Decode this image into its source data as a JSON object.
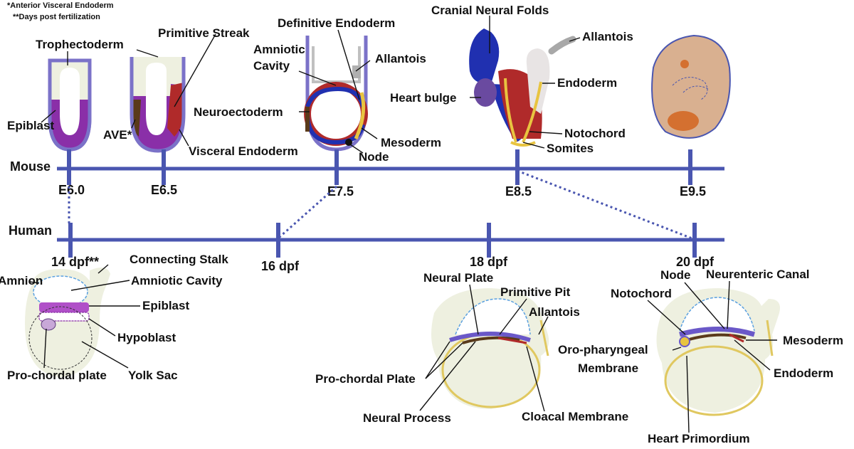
{
  "notes": {
    "ave": "*Anterior Visceral Endoderm",
    "dpf": "**Days post fertilization"
  },
  "timelines": {
    "mouse": {
      "label": "Mouse",
      "stages": [
        "E6.0",
        "E6.5",
        "E7.5",
        "E8.5",
        "E9.5"
      ]
    },
    "human": {
      "label": "Human",
      "stages": [
        "14 dpf**",
        "16 dpf",
        "18 dpf",
        "20 dpf"
      ]
    }
  },
  "labels": {
    "trophectoderm": "Trophectoderm",
    "primitive_streak": "Primitive Streak",
    "epiblast": "Epiblast",
    "ave": "AVE*",
    "visceral_endoderm": "Visceral Endoderm",
    "definitive_endoderm": "Definitive Endoderm",
    "amniotic_cavity": "Amniotic Cavity",
    "allantois": "Allantois",
    "neuroectoderm": "Neuroectoderm",
    "mesoderm": "Mesoderm",
    "node": "Node",
    "cranial_neural_folds": "Cranial Neural Folds",
    "heart_bulge": "Heart bulge",
    "endoderm": "Endoderm",
    "notochord": "Notochord",
    "somites": "Somites",
    "connecting_stalk": "Connecting Stalk",
    "amnion": "Amnion",
    "amniotic_cavity_h": "Amniotic Cavity",
    "epiblast_h": "Epiblast",
    "hypoblast": "Hypoblast",
    "prochordal_plate_14": "Pro-chordal plate",
    "yolk_sac": "Yolk Sac",
    "neural_plate": "Neural Plate",
    "primitive_pit": "Primitive Pit",
    "allantois_h": "Allantois",
    "prochordal_plate_18": "Pro-chordal Plate",
    "neural_process": "Neural Process",
    "cloacal_membrane": "Cloacal Membrane",
    "node_h": "Node",
    "neurenteric_canal": "Neurenteric Canal",
    "notochord_h": "Notochord",
    "mesoderm_h": "Mesoderm",
    "oropharyngeal_membrane": "Oro-pharyngeal Membrane",
    "endoderm_h": "Endoderm",
    "heart_primordium": "Heart Primordium"
  },
  "colors": {
    "timeline": "#4a56b0",
    "epiblast": "#8a2fa8",
    "visceral_endoderm": "#7b72c8",
    "trophectoderm": "#eef0e0",
    "primitive_streak": "#b02a2a",
    "ave": "#5a3a1a",
    "neuroectoderm_blue": "#2030b0",
    "mesoderm_yellow": "#e8c440",
    "embryo_skin": "#d9b090",
    "yolk_outline": "#e0c860",
    "amnion_line": "#5aa0e0"
  }
}
